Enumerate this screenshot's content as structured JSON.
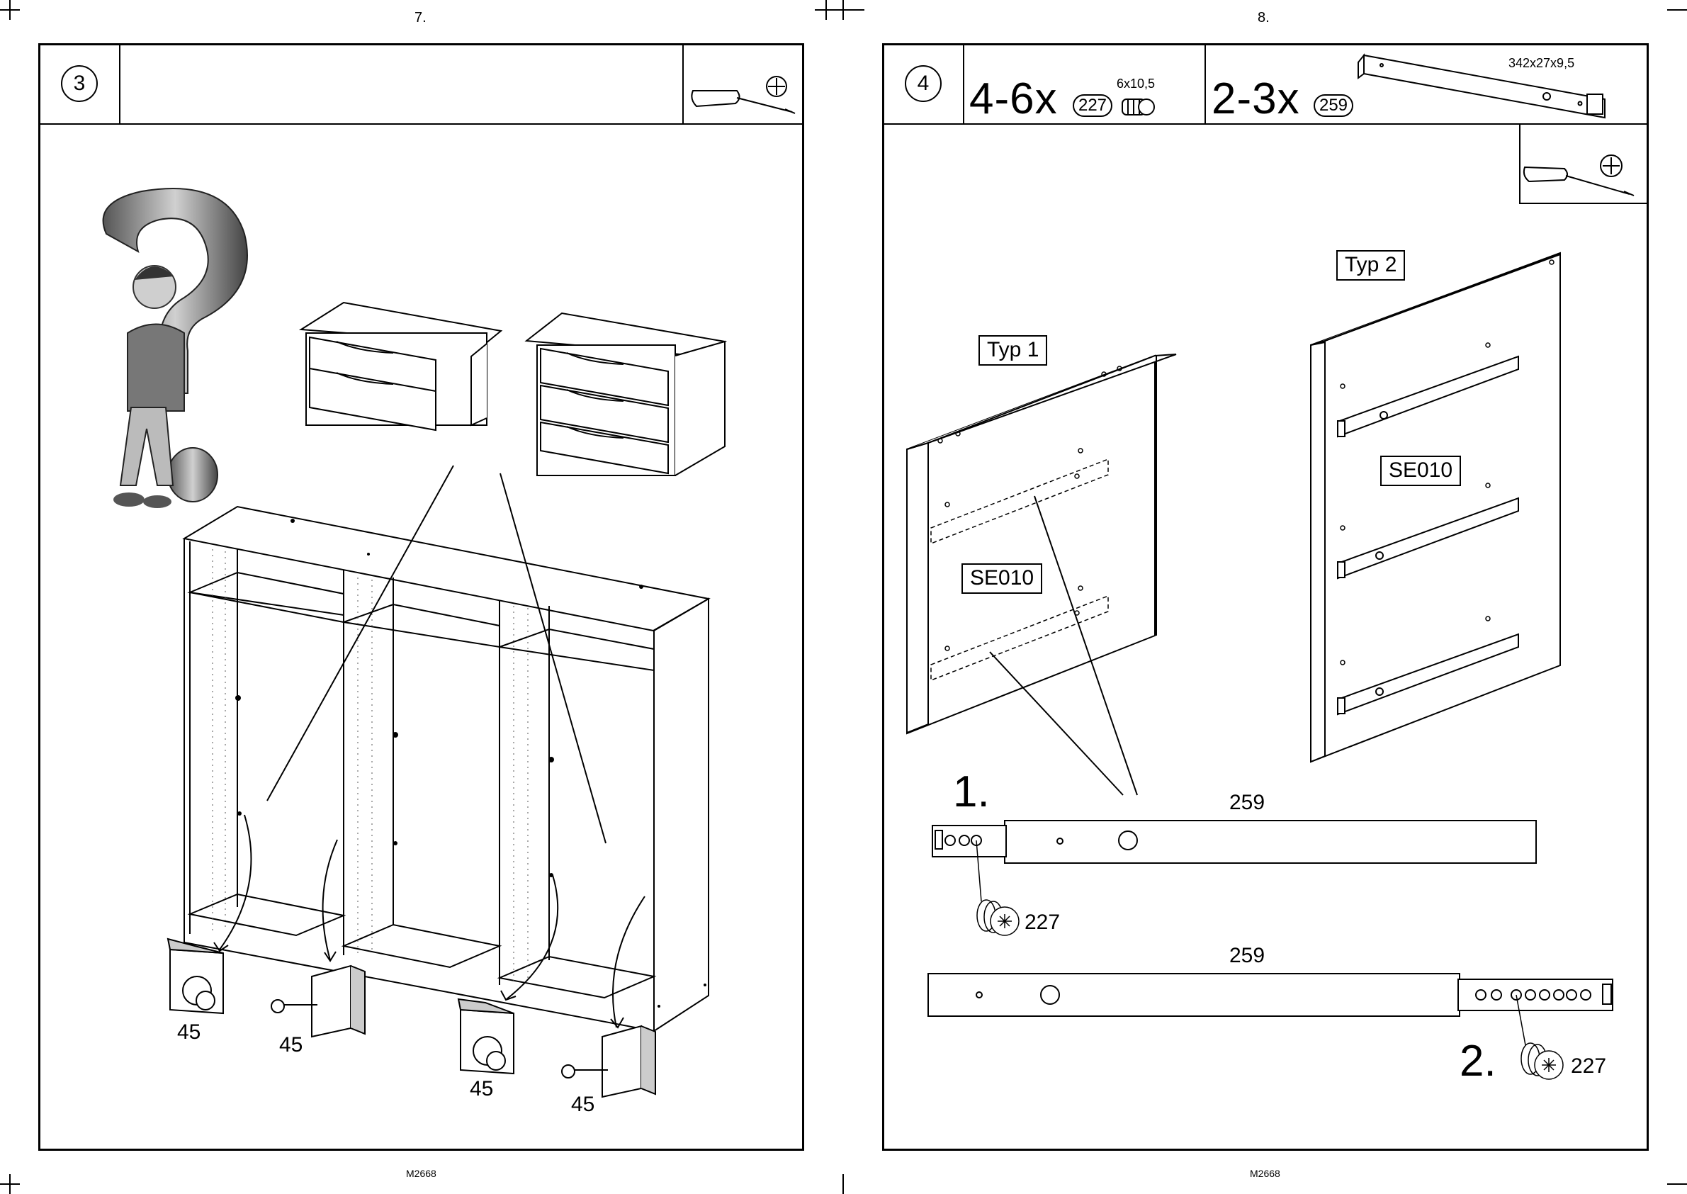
{
  "left_page": {
    "page_number": "7.",
    "step_number": "3",
    "footer_code": "M2668",
    "connector_labels": [
      "45",
      "45",
      "45",
      "45"
    ]
  },
  "right_page": {
    "page_number": "8.",
    "step_number": "4",
    "footer_code": "M2668",
    "parts": [
      {
        "quantity": "4-6x",
        "part_id": "227",
        "size": "6x10,5"
      },
      {
        "quantity": "2-3x",
        "part_id": "259",
        "size": "342x27x9,5"
      }
    ],
    "panel_types": [
      {
        "type_label": "Typ 1",
        "rail_label": "SE010"
      },
      {
        "type_label": "Typ 2",
        "rail_label": "SE010"
      }
    ],
    "substeps": [
      {
        "number": "1.",
        "rail_part": "259",
        "screw_part": "227"
      },
      {
        "number": "2.",
        "rail_part": "259",
        "screw_part": "227"
      }
    ]
  },
  "icons": [
    "screwdriver-icon",
    "phillips-head-icon",
    "question-mark-figure"
  ]
}
